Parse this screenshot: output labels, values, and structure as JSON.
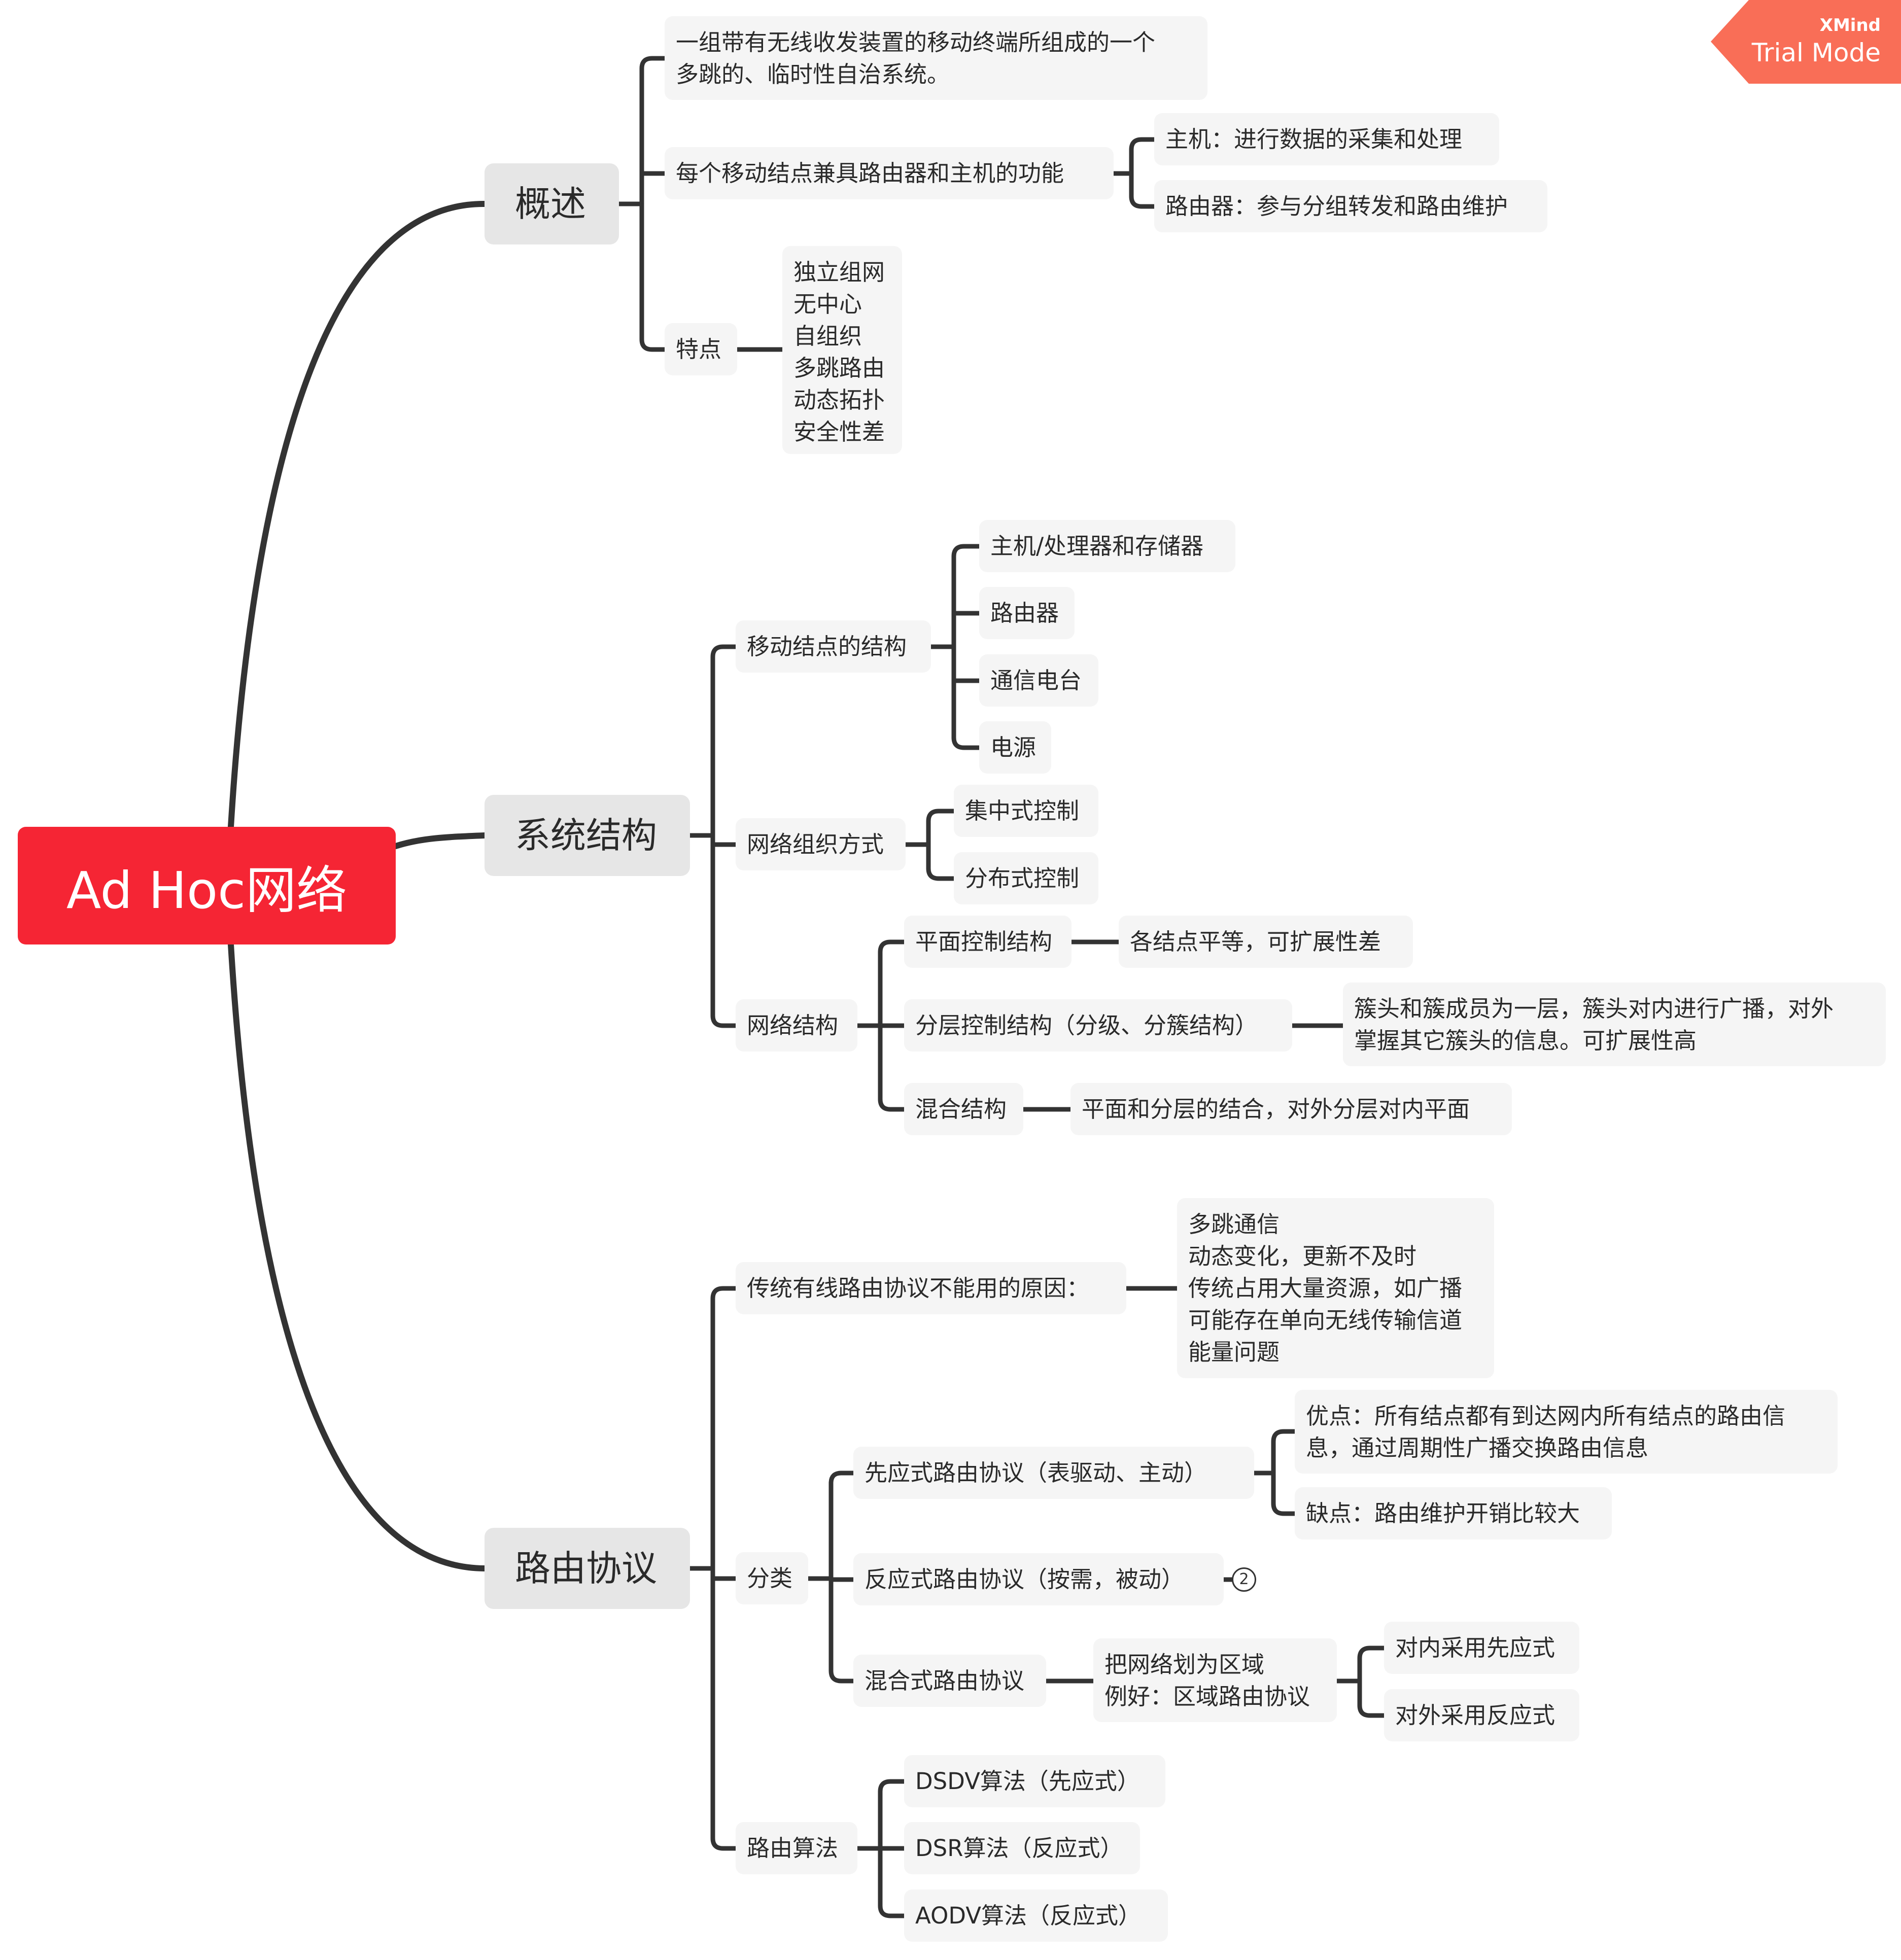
{
  "root": "Ad Hoc网络",
  "overview": {
    "label": "概述",
    "definition": "一组带有无线收发装置的移动终端所组成的一个\n多跳的、临时性自治系统。",
    "dual_role": "每个移动结点兼具路由器和主机的功能",
    "host": "主机：进行数据的采集和处理",
    "router": "路由器：参与分组转发和路由维护",
    "features_label": "特点",
    "features": "独立组网\n无中心\n自组织\n多跳路由\n动态拓扑\n安全性差"
  },
  "structure": {
    "label": "系统结构",
    "node_structure": "移动结点的结构",
    "ns_items": [
      "主机/处理器和存储器",
      "路由器",
      "通信电台",
      "电源"
    ],
    "org": "网络组织方式",
    "org_items": [
      "集中式控制",
      "分布式控制"
    ],
    "net": "网络结构",
    "flat": "平面控制结构",
    "flat_desc": "各结点平等，可扩展性差",
    "hier": "分层控制结构（分级、分簇结构）",
    "hier_desc": "簇头和簇成员为一层，簇头对内进行广播，对外\n掌握其它簇头的信息。可扩展性高",
    "mixed": "混合结构",
    "mixed_desc": "平面和分层的结合，对外分层对内平面"
  },
  "routing": {
    "label": "路由协议",
    "reason": "传统有线路由协议不能用的原因：",
    "reason_items": "多跳通信\n动态变化，更新不及时\n传统占用大量资源，如广播\n可能存在单向无线传输信道\n能量问题",
    "classify": "分类",
    "proactive": "先应式路由协议（表驱动、主动）",
    "pro_adv": "优点：所有结点都有到达网内所有结点的路由信\n息，通过周期性广播交换路由信息",
    "pro_dis": "缺点：路由维护开销比较大",
    "reactive": "反应式路由协议（按需，被动）",
    "reactive_badge": "2",
    "hybrid": "混合式路由协议",
    "hybrid_desc": "把网络划为区域\n例好：区域路由协议",
    "hy_in": "对内采用先应式",
    "hy_out": "对外采用反应式",
    "algo": "路由算法",
    "algo_items": [
      "DSDV算法（先应式）",
      "DSR算法（反应式）",
      "AODV算法（反应式）"
    ]
  },
  "watermark": {
    "line1": "XMind",
    "line2": "Trial Mode",
    "color": "#f96e57"
  },
  "colors": {
    "root": "#f52534",
    "line": "#333333",
    "node_bg": "#f5f5f5",
    "l1_bg": "#e6e6e6"
  }
}
